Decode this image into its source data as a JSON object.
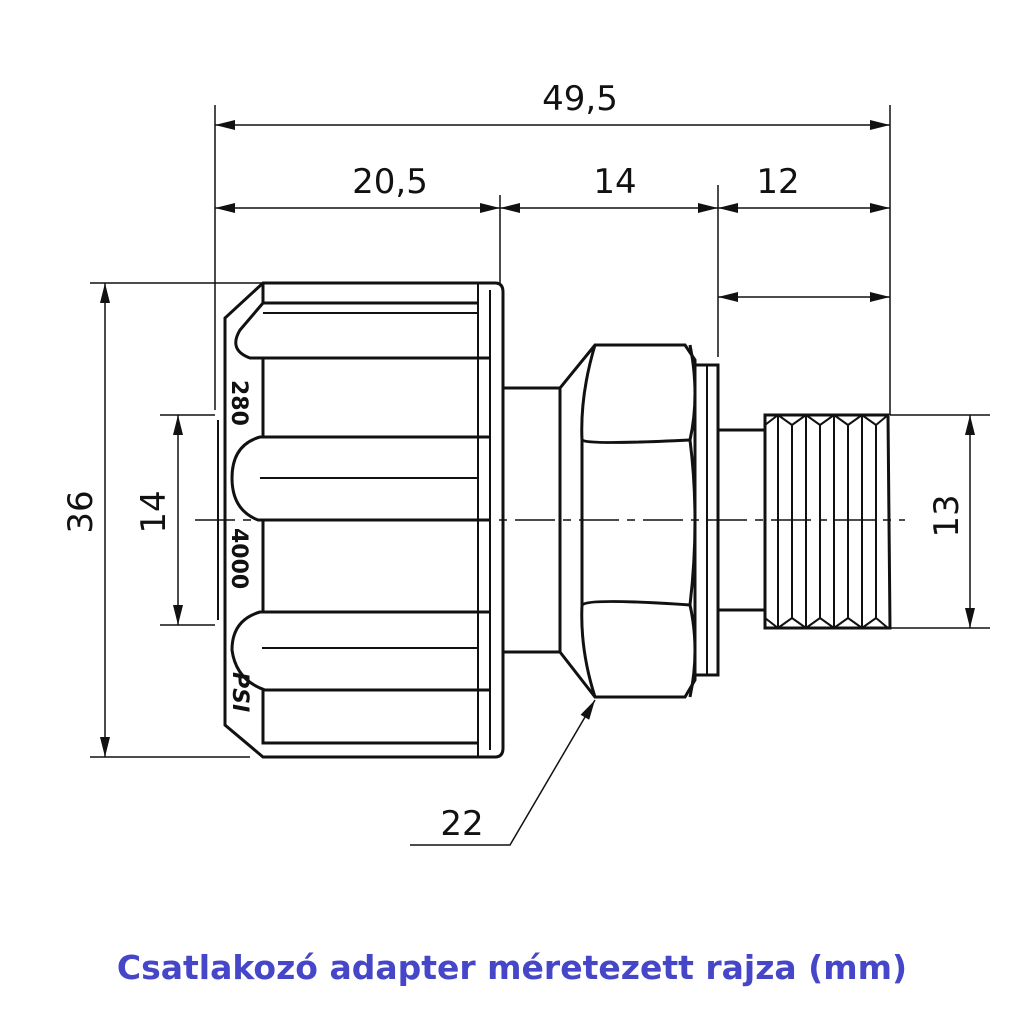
{
  "title": "Csatlakozó adapter méretezett rajza (mm)",
  "colors": {
    "caption": "#4646c8",
    "line": "#111111"
  },
  "dimensions": {
    "overall_length": "49,5",
    "nut_length": "20,5",
    "hex_length": "14",
    "thread_length": "12",
    "nut_diameter": "36",
    "inlet_diameter": "14",
    "thread_diameter": "13",
    "hex_size": "22"
  },
  "markings": {
    "pressure_bar": "280",
    "pressure_psi": "4000",
    "psi_unit": "PSI"
  }
}
